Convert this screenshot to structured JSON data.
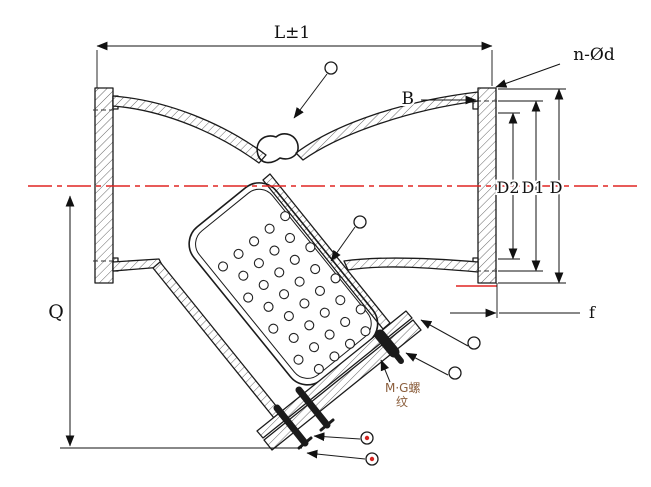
{
  "labels": {
    "overall_length": "L±1",
    "bolt_holes": "n-Ød",
    "flange_b": "B",
    "diameter_d2": "D2",
    "diameter_d1": "D1",
    "diameter_d": "D",
    "flange_face_f": "f",
    "height_q": "Q",
    "drain_thread_line1": "M·G螺",
    "drain_thread_line2": "纹"
  },
  "colors": {
    "centerline_red": "#e02522",
    "line_black": "#1b1b1b",
    "thread_label_brown": "#8b5e3c"
  }
}
